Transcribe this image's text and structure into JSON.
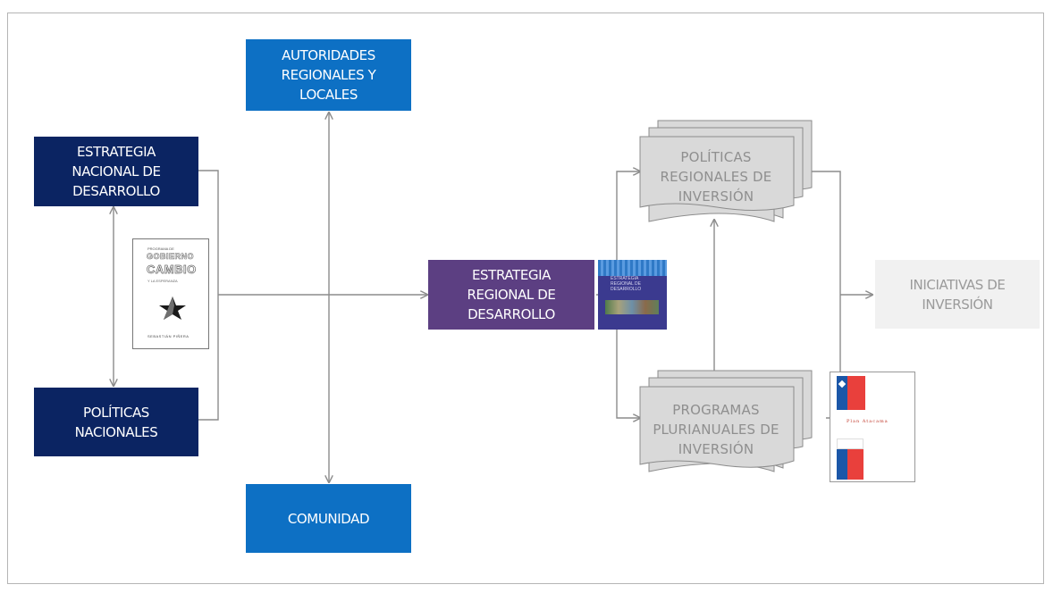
{
  "nodes": {
    "estrategia_nacional": "ESTRATEGIA\nNACIONAL DE\nDESARROLLO",
    "politicas_nacionales": "POLÍTICAS\nNACIONALES",
    "autoridades": "AUTORIDADES\nREGIONALES Y\nLOCALES",
    "comunidad": "COMUNIDAD",
    "estrategia_regional": "ESTRATEGIA\nREGIONAL DE\nDESARROLLO",
    "politicas_regionales": "POLÍTICAS\nREGIONALES DE\nINVERSIÓN",
    "programas": "PROGRAMAS\nPLURIANUALES DE\nINVERSIÓN",
    "iniciativas": "INICIATIVAS DE\nINVERSIÓN"
  },
  "thumbnails": {
    "programa_gobierno": {
      "line1": "PROGRAMA DE",
      "big1": "GOBIERNO",
      "big2": "CAMBIO",
      "line2": "Y LA ESPERANZA",
      "footer": "SEBASTIÁN PIÑERA"
    },
    "estrategia_regional_cover": {
      "l1": "ESTRATEGIA",
      "l2": "REGIONAL DE",
      "l3": "DESARROLLO"
    },
    "plan_atacama": {
      "title": "Plan Atacama"
    }
  },
  "colors": {
    "navy": "#0b2462",
    "blue": "#0d70c4",
    "purple": "#5c3f82",
    "document_gray": "#d9d9d9",
    "connector": "#8c8c8c"
  }
}
